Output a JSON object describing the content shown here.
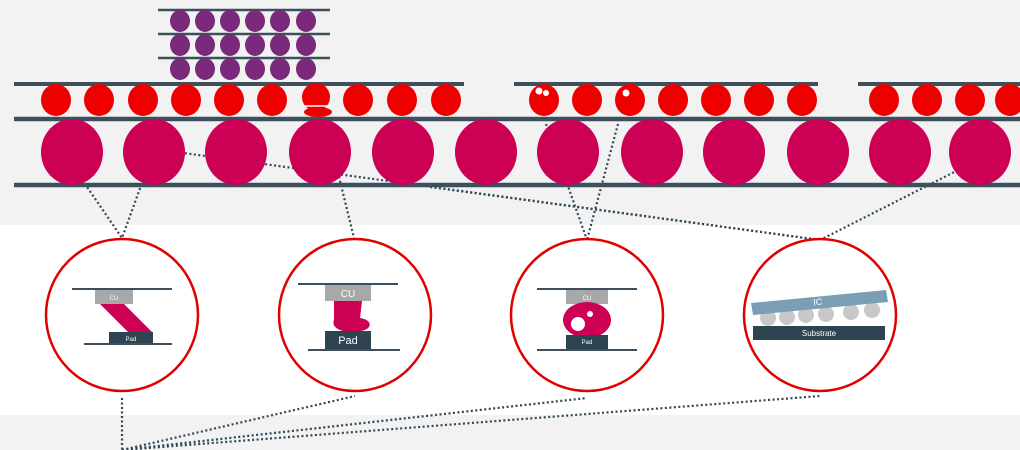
{
  "colors": {
    "background_gray": "#f2f2f2",
    "background_white": "#ffffff",
    "rail": "#3d4e5c",
    "small_bump": "#ee0000",
    "large_bump": "#cc0055",
    "stack_bump": "#7a2a7a",
    "highlight": "#ffffff",
    "callout_ring": "#e00000",
    "connector": "#2e4858",
    "cu_block": "#a8a8a8",
    "ic_bar": "#7a9fb5",
    "substrate_bar": "#2e4450",
    "void_ball": "#c8c8c8"
  },
  "details": [
    {
      "id": "tilted-bump",
      "top_label": "CU",
      "bottom_label": "Pad"
    },
    {
      "id": "necked-bump",
      "top_label": "CU",
      "bottom_label": "Pad"
    },
    {
      "id": "voided-bump",
      "top_label": "CU",
      "bottom_label": "Pad"
    },
    {
      "id": "tilted-die",
      "top_label": "IC",
      "bottom_label": "Substrate"
    }
  ]
}
